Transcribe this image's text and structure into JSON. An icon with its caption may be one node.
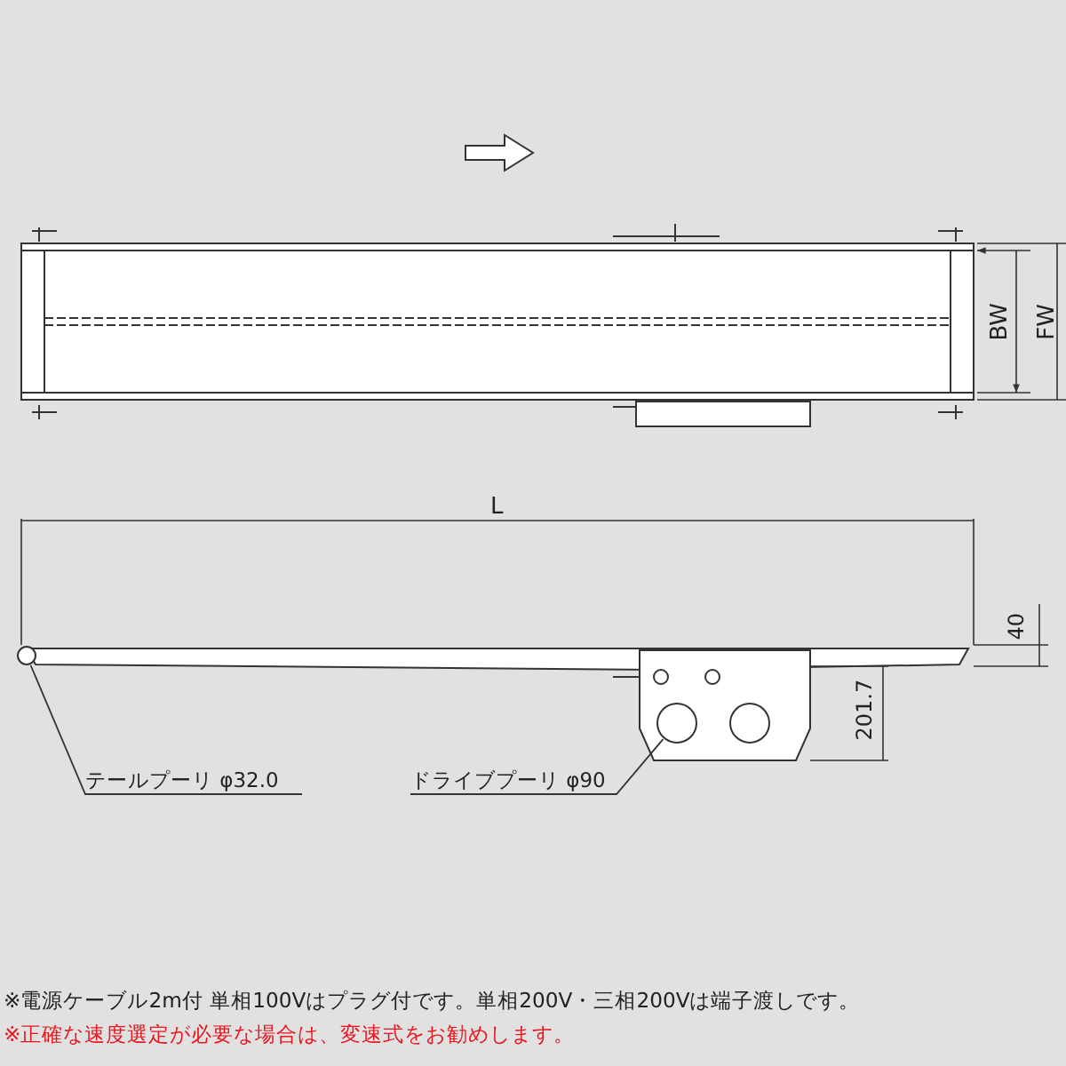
{
  "diagram": {
    "nodes": [
      {
        "text": [
          "テールプーリ φ32.0"
        ]
      },
      {
        "text": [],
        "shape": "circle"
      },
      {
        "text": [
          "ドライブプーリ φ90"
        ]
      },
      {
        "text": [],
        "shape": "circle"
      }
    ],
    "edges": [
      {
        "from": 0,
        "to": 1,
        "arrow": "none"
      },
      {
        "from": 2,
        "to": 3,
        "arrow": "none"
      }
    ],
    "labels": [
      "BW",
      "FW",
      "L",
      "40",
      "201.7",
      "※電源ケーブル2m付  単相100Vはプラグ付です。単相200V・三相200Vは端子渡しです。",
      "※正確な速度選定が必要な場合は、変速式をお勧めします。"
    ]
  }
}
